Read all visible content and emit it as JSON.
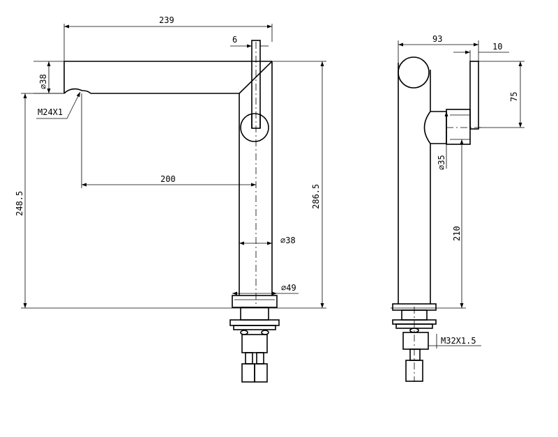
{
  "drawing": {
    "front_view": {
      "width_overall": "239",
      "handle_width": "6",
      "spout_diameter": "⌀38",
      "aerator_thread": "M24X1",
      "spout_height": "248.5",
      "reach": "200",
      "total_height": "286.5",
      "body_diameter": "⌀38",
      "base_diameter": "⌀49"
    },
    "side_view": {
      "depth": "93",
      "knob_offset": "10",
      "knob_height": "75",
      "handle_diameter": "⌀35",
      "body_height": "210",
      "mount_thread": "M32X1.5"
    }
  }
}
